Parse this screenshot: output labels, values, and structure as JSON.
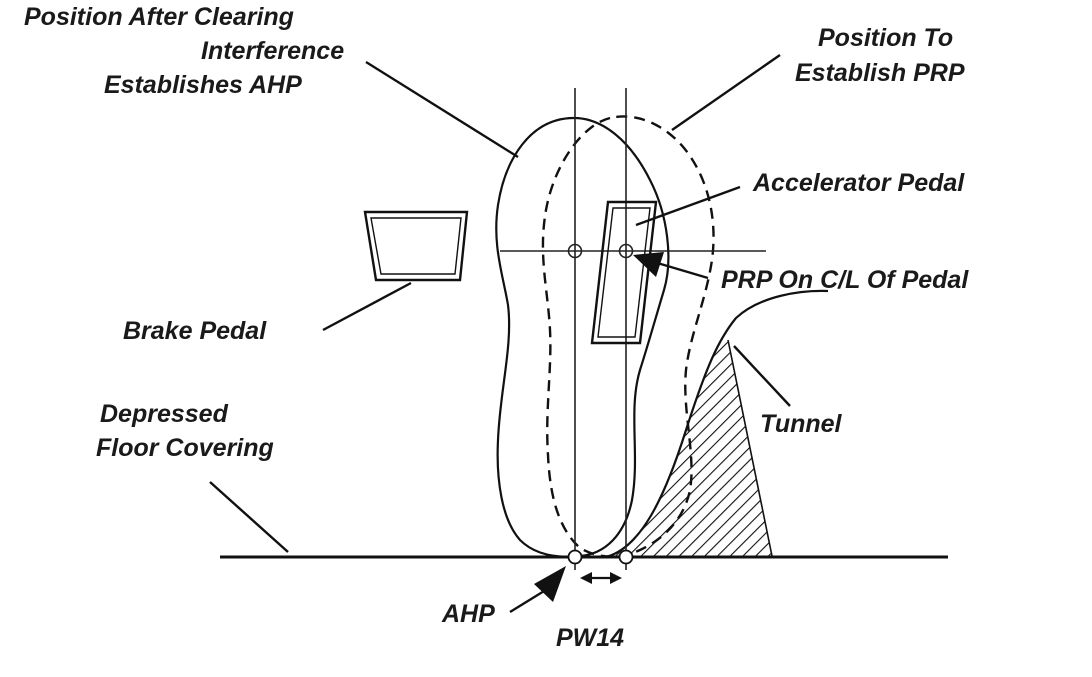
{
  "labels": {
    "position_after_line1": "Position After Clearing",
    "position_after_line2": "Interference",
    "position_after_line3": "Establishes AHP",
    "position_to_line1": "Position To",
    "position_to_line2": "Establish PRP",
    "accelerator_pedal": "Accelerator Pedal",
    "prp_on_cl": "PRP On C/L Of Pedal",
    "brake_pedal": "Brake Pedal",
    "tunnel": "Tunnel",
    "depressed_line1": "Depressed",
    "depressed_line2": "Floor Covering",
    "ahp": "AHP",
    "pw14": "PW14"
  }
}
